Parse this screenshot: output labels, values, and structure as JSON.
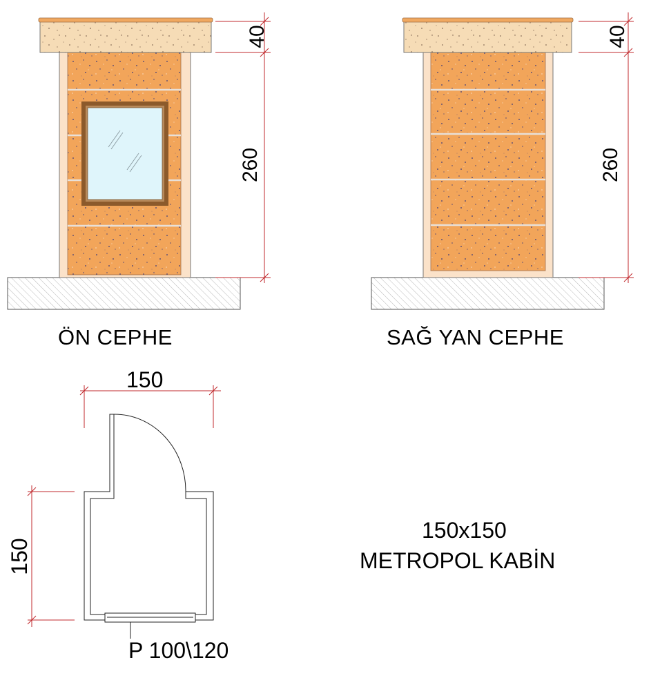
{
  "views": {
    "front": {
      "title": "ÖN  CEPHE",
      "dim_top": "40",
      "dim_body": "260"
    },
    "side": {
      "title": "SAĞ YAN CEPHE",
      "dim_top": "40",
      "dim_body": "260"
    }
  },
  "plan": {
    "dim_width": "150",
    "dim_depth": "150",
    "door_label": "P 100\\120"
  },
  "caption": {
    "line1": "150x150",
    "line2": "METROPOL KABİN"
  },
  "colors": {
    "panel": "#f2a55a",
    "frame": "#fbe2c9",
    "cap": "#f6dcb6",
    "glass": "#dff5fb",
    "window_frame": "#8c5a2b",
    "dimension": "#c0282c"
  }
}
